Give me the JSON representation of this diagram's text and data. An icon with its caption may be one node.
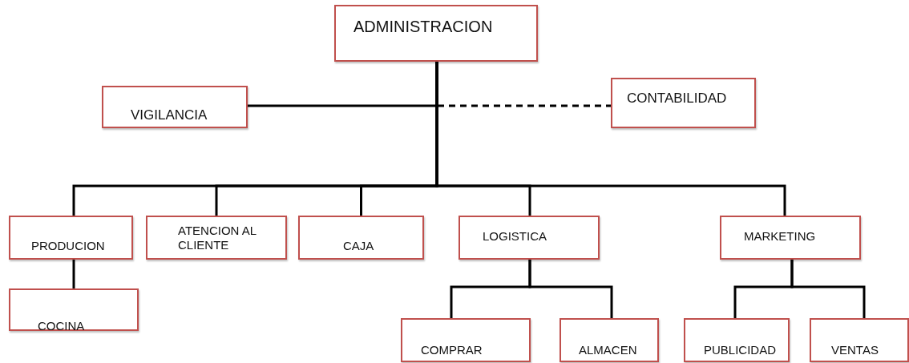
{
  "diagram": {
    "nodes": [
      {
        "text": [
          "ADMINISTRACION"
        ]
      },
      {
        "text": [
          "VIGILANCIA"
        ]
      },
      {
        "text": [
          "CONTABILIDAD"
        ]
      },
      {
        "text": [
          "PRODUCION"
        ]
      },
      {
        "text": [
          "ATENCION AL CLIENTE"
        ]
      },
      {
        "text": [
          "CAJA"
        ]
      },
      {
        "text": [
          "LOGISTICA"
        ]
      },
      {
        "text": [
          "MARKETING"
        ]
      },
      {
        "text": [
          "COCINA"
        ]
      },
      {
        "text": [
          "COMPRAR"
        ]
      },
      {
        "text": [
          "ALMACEN"
        ]
      },
      {
        "text": [
          "PUBLICIDAD"
        ]
      },
      {
        "text": [
          "VENTAS"
        ]
      }
    ],
    "edges": [
      {
        "from": 0,
        "to": 1,
        "arrow": "none"
      },
      {
        "from": 0,
        "to": 2,
        "arrow": "none",
        "style": "dashed"
      },
      {
        "from": 0,
        "to": 3,
        "arrow": "none"
      },
      {
        "from": 0,
        "to": 4,
        "arrow": "none"
      },
      {
        "from": 0,
        "to": 5,
        "arrow": "none"
      },
      {
        "from": 0,
        "to": 6,
        "arrow": "none"
      },
      {
        "from": 0,
        "to": 7,
        "arrow": "none"
      },
      {
        "from": 3,
        "to": 8,
        "arrow": "none"
      },
      {
        "from": 6,
        "to": 9,
        "arrow": "none"
      },
      {
        "from": 6,
        "to": 10,
        "arrow": "none"
      },
      {
        "from": 7,
        "to": 11,
        "arrow": "none"
      },
      {
        "from": 7,
        "to": 12,
        "arrow": "none"
      }
    ]
  }
}
